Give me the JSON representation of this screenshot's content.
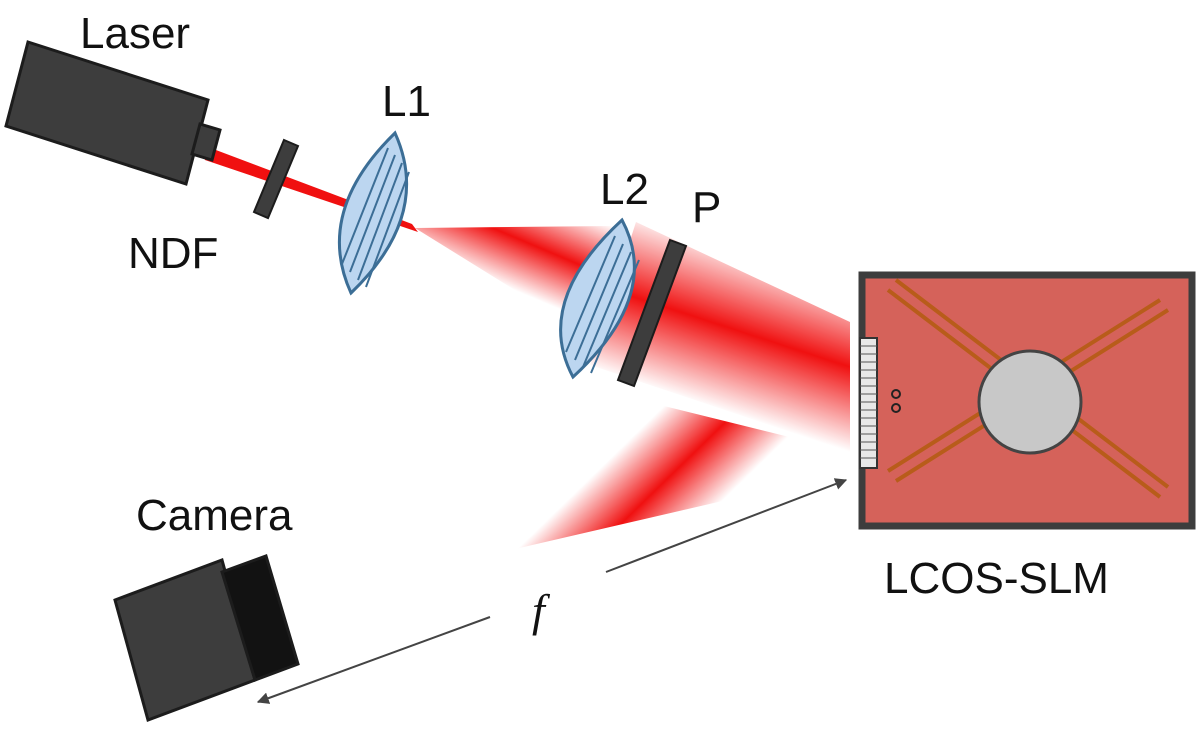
{
  "labels": {
    "laser": "Laser",
    "ndf": "NDF",
    "l1": "L1",
    "l2": "L2",
    "p": "P",
    "camera": "Camera",
    "slm": "LCOS-SLM",
    "focal": "f"
  },
  "colors": {
    "beam": "#f01010",
    "lens_fill": "#bcd6f0",
    "lens_stroke": "#3c6e96",
    "device_dark": "#3d3d3d",
    "slm_fill": "#d5625a",
    "slm_stripes": "#b85c1a",
    "slm_circle": "#c8c8c8"
  },
  "icons": {
    "laser": "laser-source-icon",
    "ndf": "neutral-density-filter-icon",
    "l1": "lens-icon",
    "l2": "lens-icon",
    "p": "polarizer-icon",
    "camera": "camera-icon",
    "slm": "spatial-light-modulator-icon"
  }
}
